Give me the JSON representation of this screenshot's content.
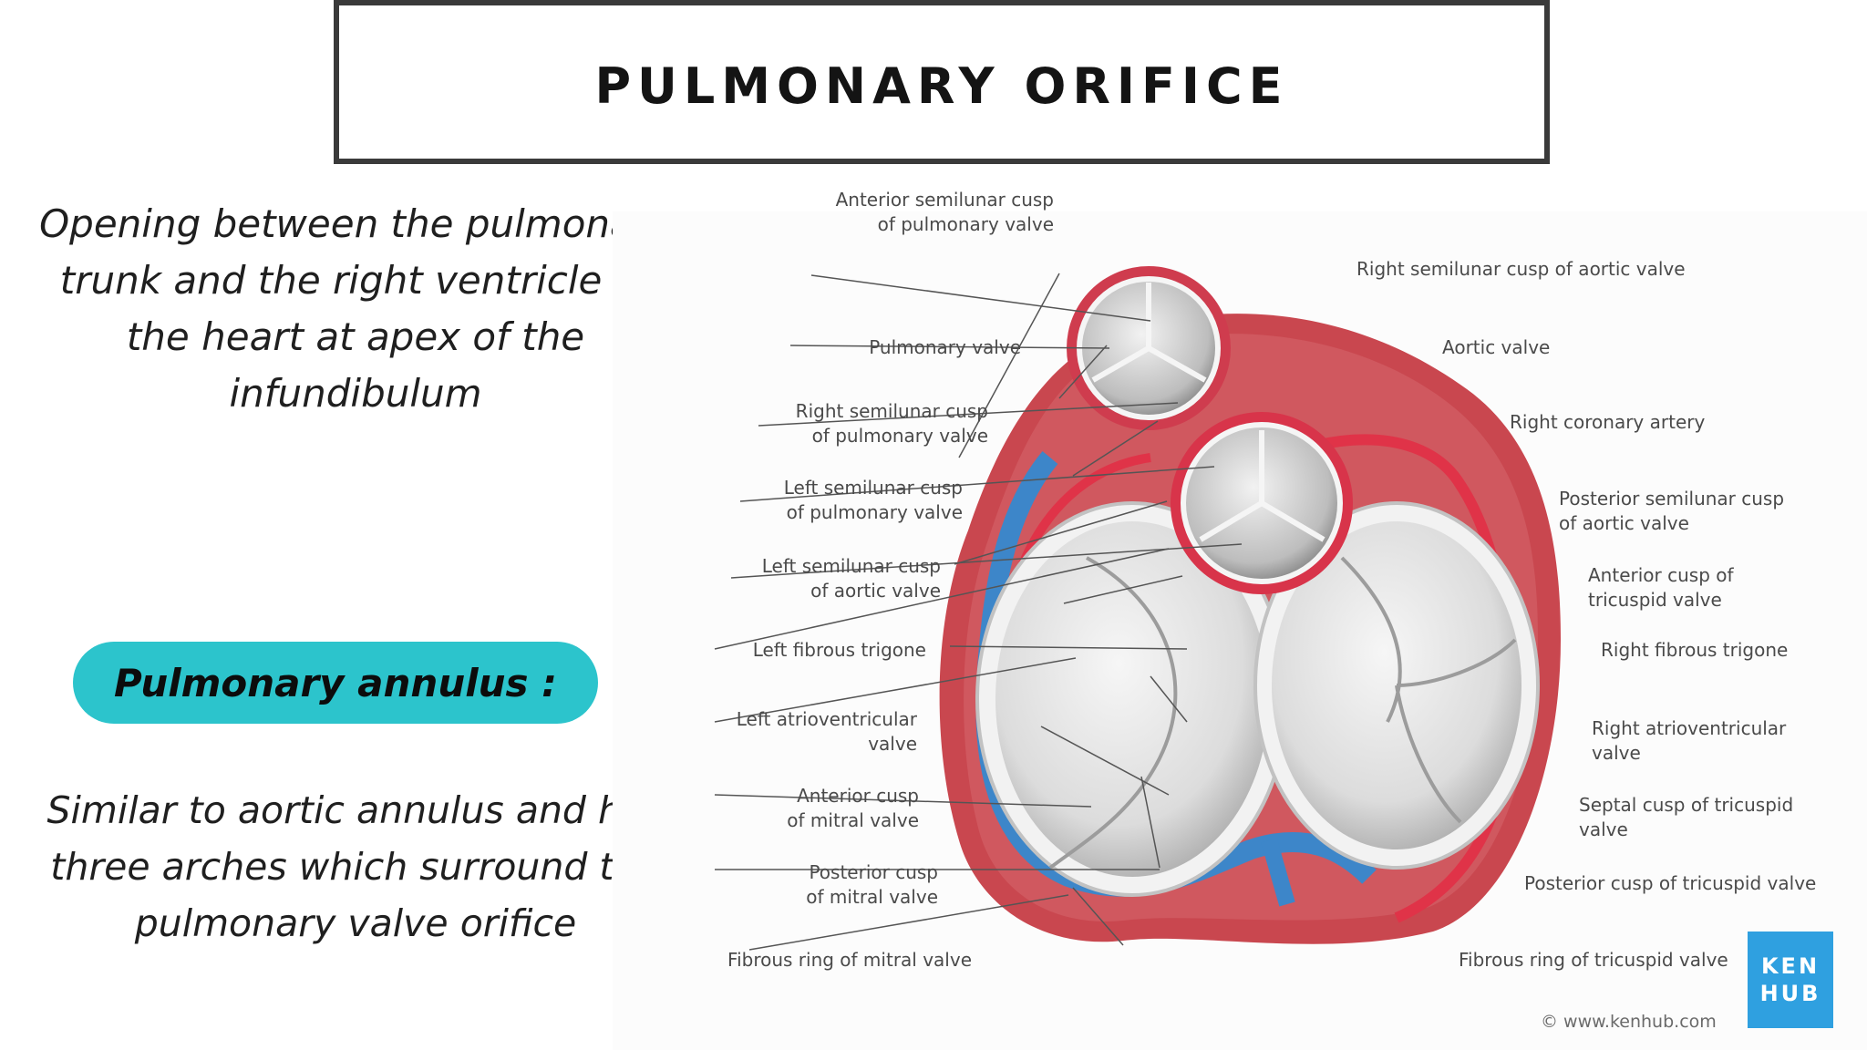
{
  "slide": {
    "title": "PULMONARY ORIFICE",
    "intro": "Opening between the pulmonary trunk and the right ventricle of the heart at apex of the infundibulum",
    "pill_label": "Pulmonary annulus :",
    "description": "Similar to aortic annulus and has three arches which surround the pulmonary valve orifice"
  },
  "figure": {
    "labels_left": [
      "Anterior semilunar cusp\nof pulmonary valve",
      "Pulmonary valve",
      "Right semilunar cusp\nof pulmonary valve",
      "Left semilunar cusp\nof pulmonary valve",
      "Left semilunar cusp\nof aortic valve",
      "Left fibrous trigone",
      "Left atrioventricular\nvalve",
      "Anterior cusp\nof mitral valve",
      "Posterior cusp\nof mitral valve",
      "Fibrous ring of mitral valve"
    ],
    "labels_right": [
      "Right semilunar cusp of aortic valve",
      "Aortic valve",
      "Right coronary artery",
      "Posterior semilunar cusp\nof aortic valve",
      "Anterior cusp of\ntricuspid valve",
      "Right fibrous trigone",
      "Right atrioventricular\nvalve",
      "Septal cusp of tricuspid\nvalve",
      "Posterior cusp of tricuspid valve",
      "Fibrous ring of tricuspid valve"
    ],
    "logo_text": "KEN\nHUB",
    "copyright": "© www.kenhub.com",
    "colors": {
      "muscle": "#c9474f",
      "artery": "#d8344a",
      "vein": "#3d86c9",
      "valve": "#e6e6e6"
    }
  }
}
